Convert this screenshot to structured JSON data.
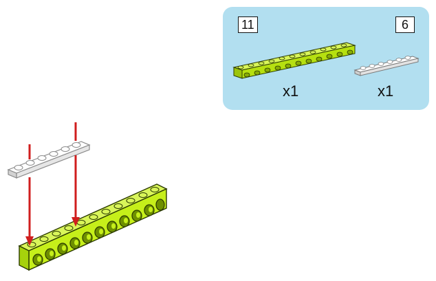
{
  "parts_list": {
    "part_1": {
      "count_badge": "11",
      "quantity": "x1",
      "color": "#c6ef1a",
      "icon": "technic-beam-11-lime"
    },
    "part_2": {
      "count_badge": "6",
      "quantity": "x1",
      "color": "#f2f2f2",
      "icon": "plate-1x6-white"
    }
  },
  "assembly": {
    "arrow_color": "#d01e1e",
    "beam_color": "#c6ef1a",
    "plate_color": "#f2f2f2"
  }
}
